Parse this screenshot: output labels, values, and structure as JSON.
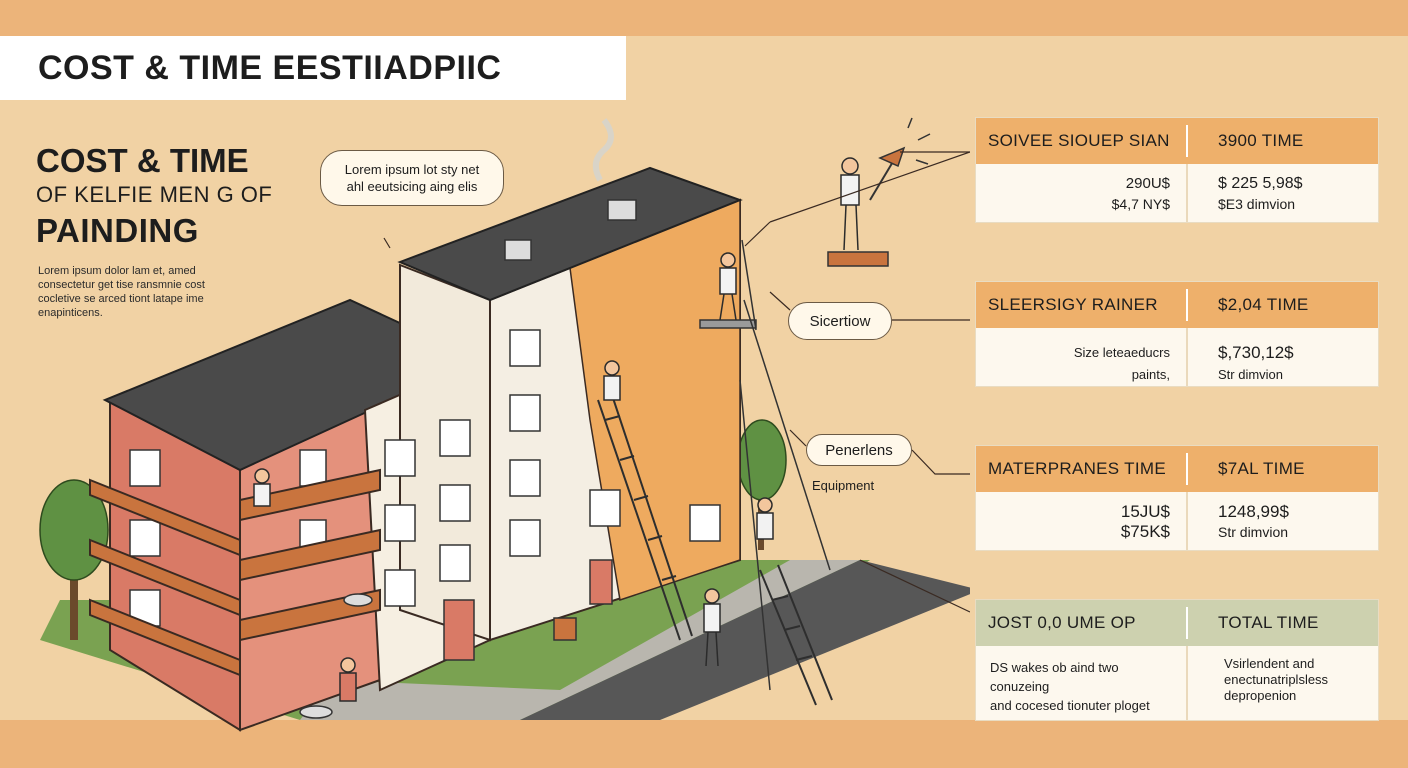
{
  "page_title": "COST & TIME EESTIIADPIIC",
  "side_heading": {
    "line1": "COST & TIME",
    "line2": "OF KELFIE MEN G OF",
    "line3": "PAINDING"
  },
  "side_body": "Lorem ipsum dolor lam et, amed consectetur get tise ransmnie cost cocletive se arced tiont latape ime enapinticens.",
  "callouts": {
    "top_line1": "Lorem ipsum lot sty net",
    "top_line2": "ahl eeutsicing aing elis",
    "sicertiow": "Sicertiow",
    "penerlens": "Penerlens",
    "equipment": "Equipment"
  },
  "tables": [
    {
      "head_left": "SOIVEE SIOUEP SIAN",
      "head_right": "3900 TIME",
      "left_line1": "290U$",
      "left_line2": "$4,7 NY$",
      "right_line1": "$ 225 5,98$",
      "right_line2": "$E3 dimvion"
    },
    {
      "head_left": "SLEERSIGY RAINER",
      "head_right": "$2,04 TIME",
      "left_line1": "Size leteaeducrs",
      "left_line2": "paints,",
      "right_line1": "$,730,12$",
      "right_line2": "Str dimvion"
    },
    {
      "head_left": "MATERPRANES  TIME",
      "head_right": "$7AL TIME",
      "left_line1": "15JU$",
      "left_line2": "$75K$",
      "right_line1": "1248,99$",
      "right_line2": "Str dimvion"
    },
    {
      "head_left": "JOST 0,0 UME OP",
      "head_right": "TOTAL TIME",
      "left_line1": "DS wakes ob aind two conuzeing",
      "left_line2": "and cocesed tionuter       ploget",
      "right_line1": "Vsirlendent and",
      "right_line2": "enectunatriplsless",
      "right_line3": "depropenion"
    }
  ],
  "colors": {
    "background": "#f1d2a4",
    "band": "#ecb47a",
    "table_head": "#eeb06b",
    "total_head": "#cdd1af",
    "brick": "#d97a66",
    "wall_orange": "#eeaa5f",
    "roof": "#4a4a4a"
  }
}
